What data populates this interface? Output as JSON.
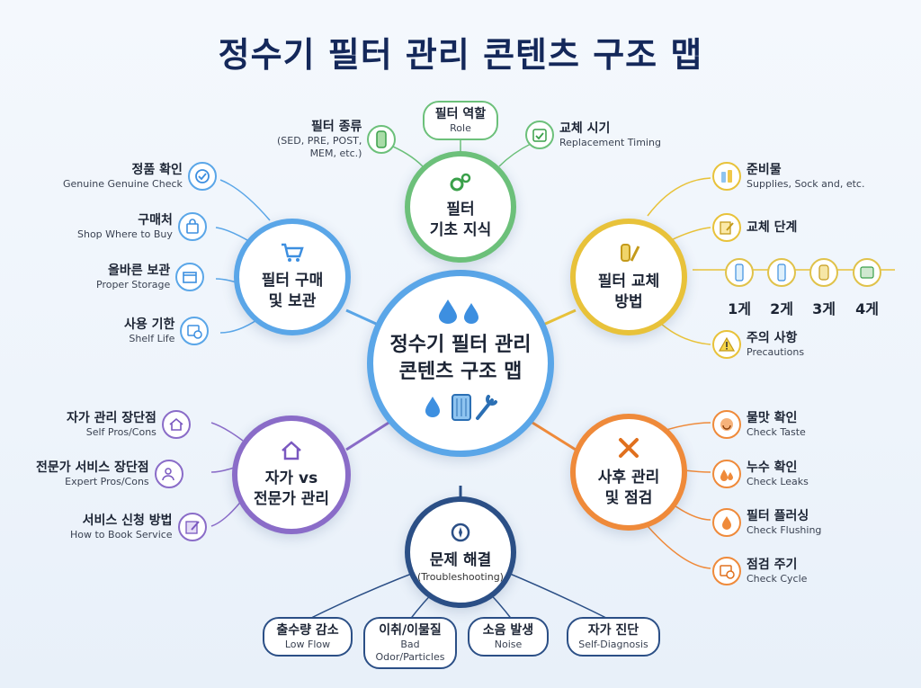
{
  "title": "정수기 필터 관리 콘텐츠 구조 맵",
  "center": {
    "line1": "정수기 필터 관리",
    "line2": "콘텐츠 구조 맵"
  },
  "colors": {
    "blue": "#5aa6e8",
    "green": "#6cc07a",
    "yellow": "#e8c23a",
    "orange": "#ef8a3a",
    "purple": "#8a6cc8",
    "navy": "#2b4f86"
  },
  "branches": {
    "basics": {
      "line1": "필터",
      "line2": "기초 지식",
      "icon": "gears-icon"
    },
    "purchase": {
      "line1": "필터 구매",
      "line2": "및 보관",
      "icon": "cart-icon"
    },
    "replace": {
      "line1": "필터 교체",
      "line2": "방법",
      "icon": "tools-icon"
    },
    "aftercare": {
      "line1": "사후 관리",
      "line2": "및 점검",
      "icon": "wrench-screwdriver-icon"
    },
    "self_vs_pro": {
      "line1": "자가 vs",
      "line2": "전문가 관리",
      "icon": "house-icon"
    },
    "trouble": {
      "line1": "문제 해결",
      "sub": "(Troubleshooting)",
      "icon": "compass-gear-icon"
    }
  },
  "basics_items": [
    {
      "title": "필터 종류",
      "sub": "(SED, PRE, POST,",
      "sub2": "MEM, etc.)",
      "icon": "filter-cartridge-icon"
    },
    {
      "title": "필터 역할",
      "sub": "Role"
    },
    {
      "title": "교체 시기",
      "sub": "Replacement Timing",
      "icon": "calendar-check-icon"
    }
  ],
  "purchase_items": [
    {
      "title": "정품 확인",
      "sub": "Genuine Genuine Check",
      "icon": "verified-badge-icon"
    },
    {
      "title": "구매처",
      "sub": "Shop Where to Buy",
      "icon": "shopping-bag-icon"
    },
    {
      "title": "올바른 보관",
      "sub": "Proper Storage",
      "icon": "storage-box-icon"
    },
    {
      "title": "사용 기한",
      "sub": "Shelf Life",
      "icon": "calendar-clock-icon"
    }
  ],
  "replace_items": [
    {
      "title": "준비물",
      "sub": "Supplies, Sock and, etc.",
      "icon": "bottles-icon"
    },
    {
      "title": "교체 단계",
      "sub": "",
      "icon": "pencil-note-icon"
    },
    {
      "title": "주의 사항",
      "sub": "Precautions",
      "icon": "warning-icon"
    }
  ],
  "steps": [
    "1게",
    "2게",
    "3게",
    "4게"
  ],
  "aftercare_items": [
    {
      "title": "물맛 확인",
      "sub": "Check Taste",
      "icon": "smile-icon"
    },
    {
      "title": "누수 확인",
      "sub": "Check Leaks",
      "icon": "drops-icon"
    },
    {
      "title": "필터 플러싱",
      "sub": "Check Flushing",
      "icon": "drop-icon"
    },
    {
      "title": "점검 주기",
      "sub": "Check Cycle",
      "icon": "calendar-clock-icon"
    }
  ],
  "self_items": [
    {
      "title": "자가 관리 장단점",
      "sub": "Self Pros/Cons",
      "icon": "home-settings-icon"
    },
    {
      "title": "전문가 서비스 장단점",
      "sub": "Expert Pros/Cons",
      "icon": "expert-check-icon"
    },
    {
      "title": "서비스 신청 방법",
      "sub": "How to Book Service",
      "icon": "edit-form-icon"
    }
  ],
  "trouble_items": [
    {
      "title": "출수량 감소",
      "sub": "Low Flow"
    },
    {
      "title": "이취/이물질",
      "sub": "Bad Odor/Particles"
    },
    {
      "title": "소음 발생",
      "sub": "Noise"
    },
    {
      "title": "자가 진단",
      "sub": "Self-Diagnosis"
    }
  ]
}
